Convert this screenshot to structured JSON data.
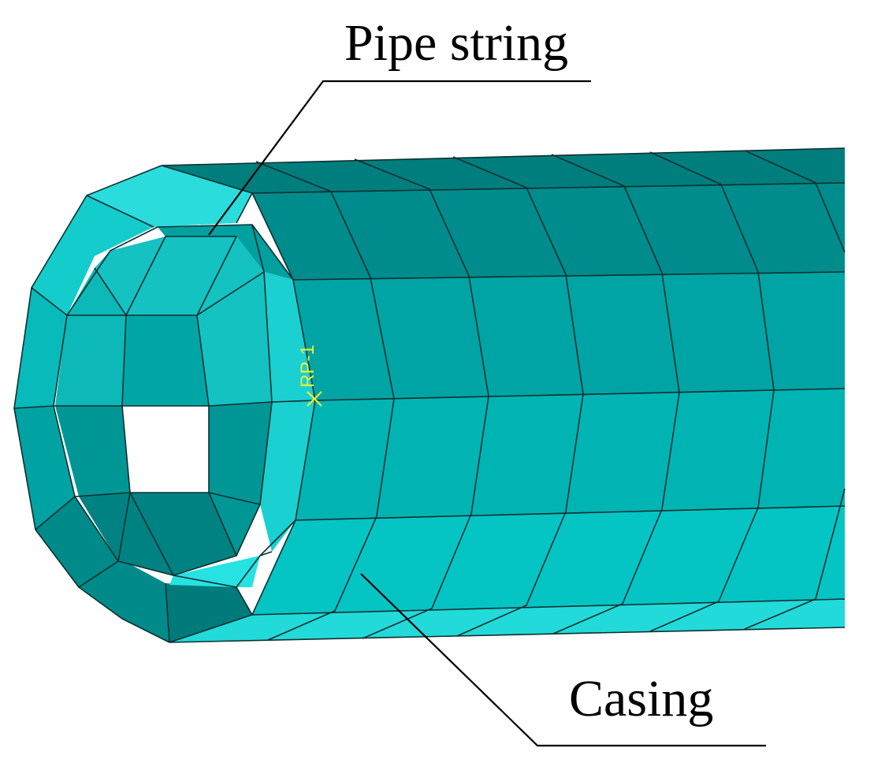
{
  "labels": {
    "pipe_string": "Pipe string",
    "casing": "Casing",
    "reference_point": "RP-1"
  },
  "colors": {
    "background": "#ffffff",
    "face_light": "#27e0e0",
    "face_mid": "#08bcbc",
    "face_mid2": "#00a8a8",
    "face_dark": "#009090",
    "face_darker": "#007e7e",
    "edge": "#0d2f2f",
    "reference_point": "#e6f23a",
    "leader_line": "#000000"
  }
}
